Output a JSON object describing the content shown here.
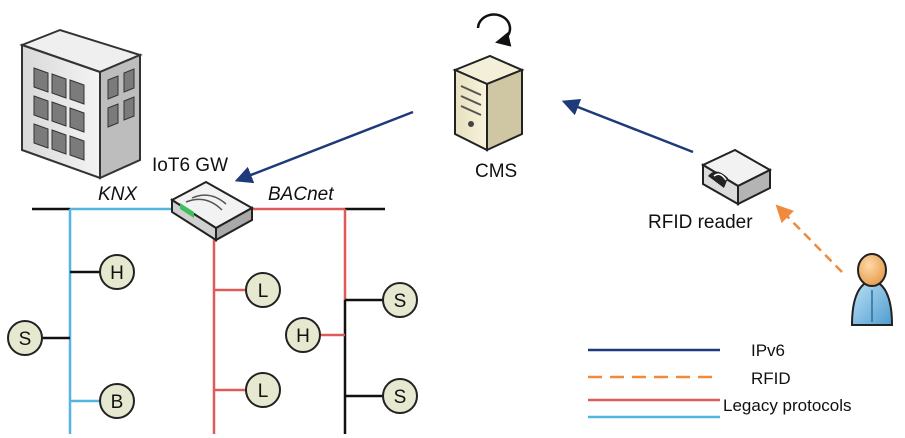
{
  "labels": {
    "gateway": "IoT6 GW",
    "cms": "CMS",
    "rfid_reader": "RFID reader",
    "knx": "KNX",
    "bacnet": "BACnet"
  },
  "nodes": {
    "knx_h": "H",
    "knx_s": "S",
    "knx_b": "B",
    "bac_l1": "L",
    "bac_l2": "L",
    "bac_h": "H",
    "bac_s1": "S",
    "bac_s2": "S"
  },
  "legend": [
    {
      "label": "IPv6",
      "color": "#1f3a7a",
      "style": "solid"
    },
    {
      "label": "RFID",
      "color": "#f08a3c",
      "style": "dashed"
    },
    {
      "label": "Legacy protocols",
      "color": "#e05a5a",
      "style": "solid"
    },
    {
      "label": "",
      "color": "#56b4e0",
      "style": "solid"
    }
  ],
  "colors": {
    "ipv6": "#1f3a7a",
    "rfid": "#f08a3c",
    "bacnet": "#e05a5a",
    "knx": "#56b4e0",
    "node_fill": "#e6e9d0"
  },
  "icons": {
    "building": "building-icon",
    "gateway": "router-icon",
    "server": "server-icon",
    "reader": "rfid-reader-icon",
    "person": "person-icon",
    "refresh": "refresh-arrow-icon"
  }
}
